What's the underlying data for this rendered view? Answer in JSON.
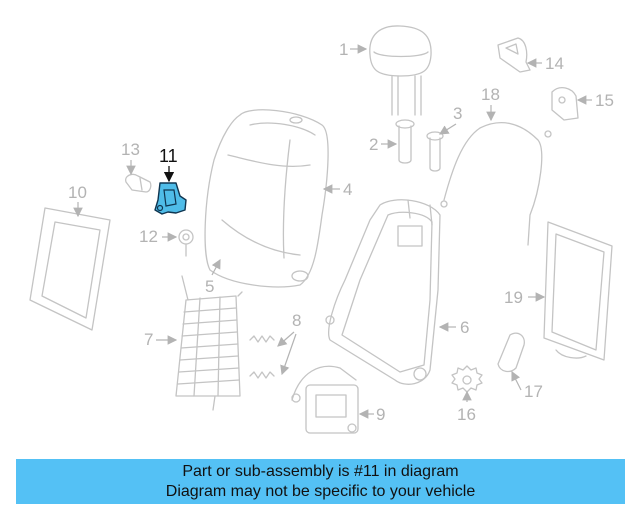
{
  "diagram": {
    "highlighted_part": "11",
    "highlight_color": "#4fbce8",
    "labels": [
      "1",
      "2",
      "3",
      "4",
      "5",
      "6",
      "7",
      "8",
      "9",
      "10",
      "11",
      "12",
      "13",
      "14",
      "15",
      "16",
      "17",
      "18",
      "19"
    ]
  },
  "banner": {
    "line1": "Part or sub-assembly is #11 in diagram",
    "line2": "Diagram may not be specific to your vehicle",
    "background": "#54c1f5"
  }
}
